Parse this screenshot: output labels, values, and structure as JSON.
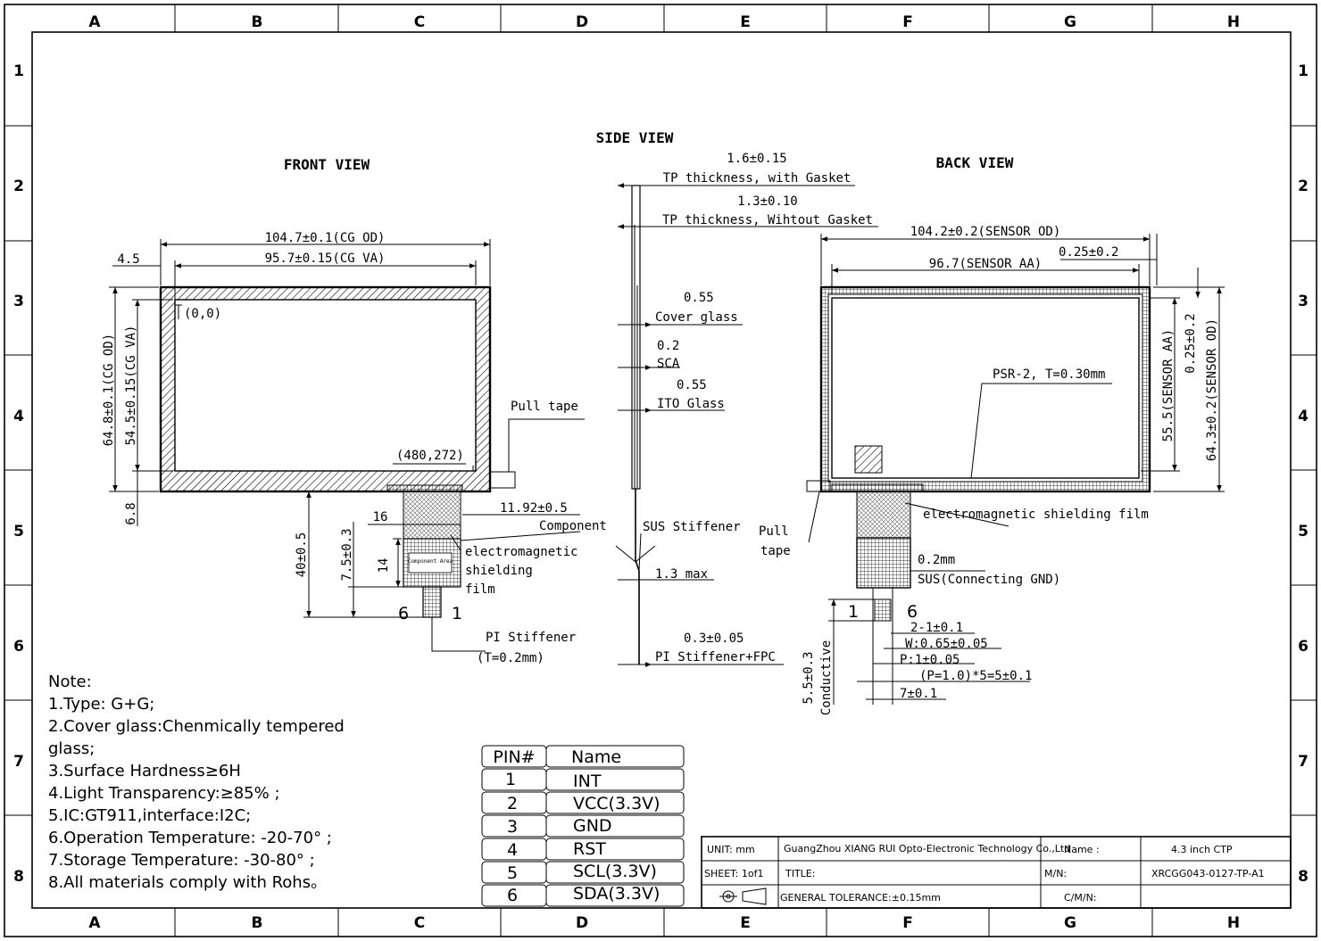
{
  "border": {
    "columns": [
      "A",
      "B",
      "C",
      "D",
      "E",
      "F",
      "G",
      "H"
    ],
    "rows": [
      "1",
      "2",
      "3",
      "4",
      "5",
      "6",
      "7",
      "8"
    ]
  },
  "front_view": {
    "title": "FRONT VIEW",
    "dim_cg_od": "104.7±0.1(CG OD)",
    "dim_cg_va": "95.7±0.15(CG VA)",
    "dim_left": "4.5",
    "origin": "(0,0)",
    "end_point": "(480,272)",
    "dim_h_cg_od": "64.8±0.1(CG OD)",
    "dim_h_cg_va": "54.5±0.15(CG VA)",
    "dim_bottom": "6.8",
    "pull_tape": "Pull tape",
    "dim_tail_offset": "11.92±0.5",
    "dim_16": "16",
    "dim_14": "14",
    "dim_40": "40±0.5",
    "dim_7_5": "7.5±0.3",
    "component": "Component",
    "component_area": "Component Area",
    "em_film": [
      "electromagnetic",
      "shielding",
      "film"
    ],
    "pin6": "6",
    "pin1": "1",
    "pi_stiffener": "PI Stiffener",
    "pi_t": "(T=0.2mm)"
  },
  "side_view": {
    "title": "SIDE VIEW",
    "t1": "1.6±0.15",
    "t1_label": "TP thickness, with Gasket",
    "t2": "1.3±0.10",
    "t2_label": "TP thickness, Wihtout Gasket",
    "cover_val": "0.55",
    "cover_label": "Cover glass",
    "sca_val": "0.2",
    "sca_label": "SCA",
    "ito_val": "0.55",
    "ito_label": "ITO Glass",
    "sus_stiffener": "SUS Stiffener",
    "max": "1.3 max",
    "pi_val": "0.3±0.05",
    "pi_label": "PI Stiffener+FPC"
  },
  "back_view": {
    "title": "BACK VIEW",
    "dim_sensor_od": "104.2±0.2(SENSOR OD)",
    "dim_sensor_aa": "96.7(SENSOR AA)",
    "dim_025": "0.25±0.2",
    "dim_025v": "0.25±0.2",
    "dim_h_aa": "55.5(SENSOR AA)",
    "dim_h_od": "64.3±0.2(SENSOR OD)",
    "psr": "PSR-2, T=0.30mm",
    "pull_tape": [
      "Pull",
      "tape"
    ],
    "em_film": "electromagnetic shielding film",
    "sus_02": "0.2mm",
    "sus_label": "SUS(Connecting GND)",
    "pin1": "1",
    "pin6": "6",
    "d1": "2-1±0.1",
    "d2": "W:0.65±0.05",
    "d3": "P:1±0.05",
    "d4": "(P=1.0)*5=5±0.1",
    "d5": "7±0.1",
    "d6": "5.5±0.3",
    "conductive": "Conductive"
  },
  "notes": {
    "heading": "Note:",
    "items": [
      "1.Type: G+G;",
      "2.Cover glass:Chenmically tempered",
      "glass;",
      "3.Surface Hardness≥6H",
      "4.Light Transparency:≥85% ;",
      "5.IC:GT911,interface:I2C;",
      "6.Operation Temperature: -20-70° ;",
      "7.Storage Temperature: -30-80° ;",
      "8.All materials comply with Rohs。"
    ]
  },
  "pin_table": {
    "headers": [
      "PIN#",
      "Name"
    ],
    "rows": [
      [
        "1",
        "INT"
      ],
      [
        "2",
        "VCC(3.3V)"
      ],
      [
        "3",
        "GND"
      ],
      [
        "4",
        "RST"
      ],
      [
        "5",
        "SCL(3.3V)"
      ],
      [
        "6",
        "SDA(3.3V)"
      ]
    ]
  },
  "title_block": {
    "unit": "UNIT: mm",
    "company": "GuangZhou XIANG RUI Opto-Electronic Technology Co.,Ltd",
    "name_label": "Name :",
    "name_value": "4.3 inch CTP",
    "sheet": "SHEET: 1of1",
    "title_label": "TITLE:",
    "mn_label": "M/N:",
    "mn_value": "XRCGG043-0127-TP-A1",
    "tolerance": "GENERAL TOLERANCE:±0.15mm",
    "cmn_label": "C/M/N:"
  }
}
